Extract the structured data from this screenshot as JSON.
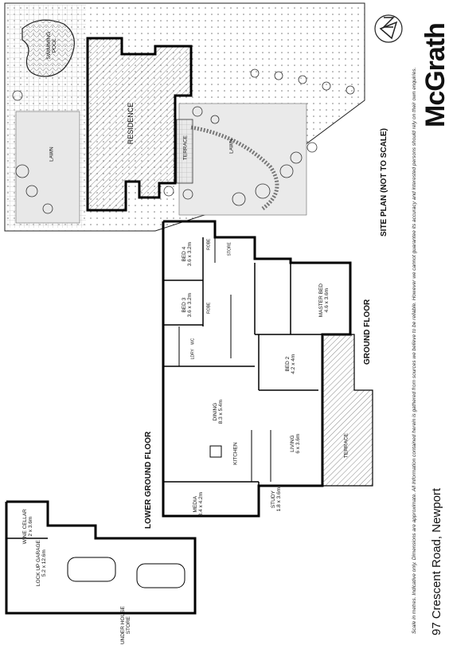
{
  "brand": {
    "name": "McGrath"
  },
  "address": "97 Crescent Road, Newport",
  "disclaimer": "Scale in metres. Indicative only. Dimensions are approximate. All Information contained herein is gathered from sources we believe to be reliable. However we cannot guarantee its accuracy and interested persons should rely on their own enquiries.",
  "site_plan": {
    "title": "SITE PLAN (NOT TO SCALE)",
    "labels": {
      "pool": "SWIMMING POOL",
      "residence": "RESIDENCE",
      "lawn_left": "LAWN",
      "lawn_right": "LAWN",
      "terrace": "TERRACE"
    }
  },
  "floors": {
    "lower": "LOWER GROUND FLOOR",
    "ground": "GROUND FLOOR"
  },
  "rooms": {
    "bed4": {
      "name": "BED 4",
      "dim": "3.6 x 3.2m"
    },
    "bed3": {
      "name": "BED 3",
      "dim": "3.6 x 3.2m"
    },
    "dining": {
      "name": "DINING",
      "dim": "8.3 x 5.4m"
    },
    "kitchen": {
      "name": "KITCHEN"
    },
    "media": {
      "name": "MEDIA",
      "dim": "3.4 x 4.2m"
    },
    "master": {
      "name": "MASTER BED",
      "dim": "4.6 x 3.6m"
    },
    "bed2": {
      "name": "BED 2",
      "dim": "4.2 x 4m"
    },
    "living": {
      "name": "LIVING",
      "dim": "6 x 3.6m"
    },
    "study": {
      "name": "STUDY",
      "dim": "1.8 x 3.6m"
    },
    "terrace": {
      "name": "TERRACE"
    },
    "wine": {
      "name": "WINE CELLAR",
      "dim": "2 x 3.6m"
    },
    "garage": {
      "name": "LOCK UP GARAGE",
      "dim": "5.2 x 12.6m"
    },
    "under_store": {
      "name": "UNDER HOUSE STORE"
    },
    "robe1": "ROBE",
    "robe2": "ROBE",
    "store": "STORE",
    "ldry": "LDRY",
    "wc": "WC"
  }
}
